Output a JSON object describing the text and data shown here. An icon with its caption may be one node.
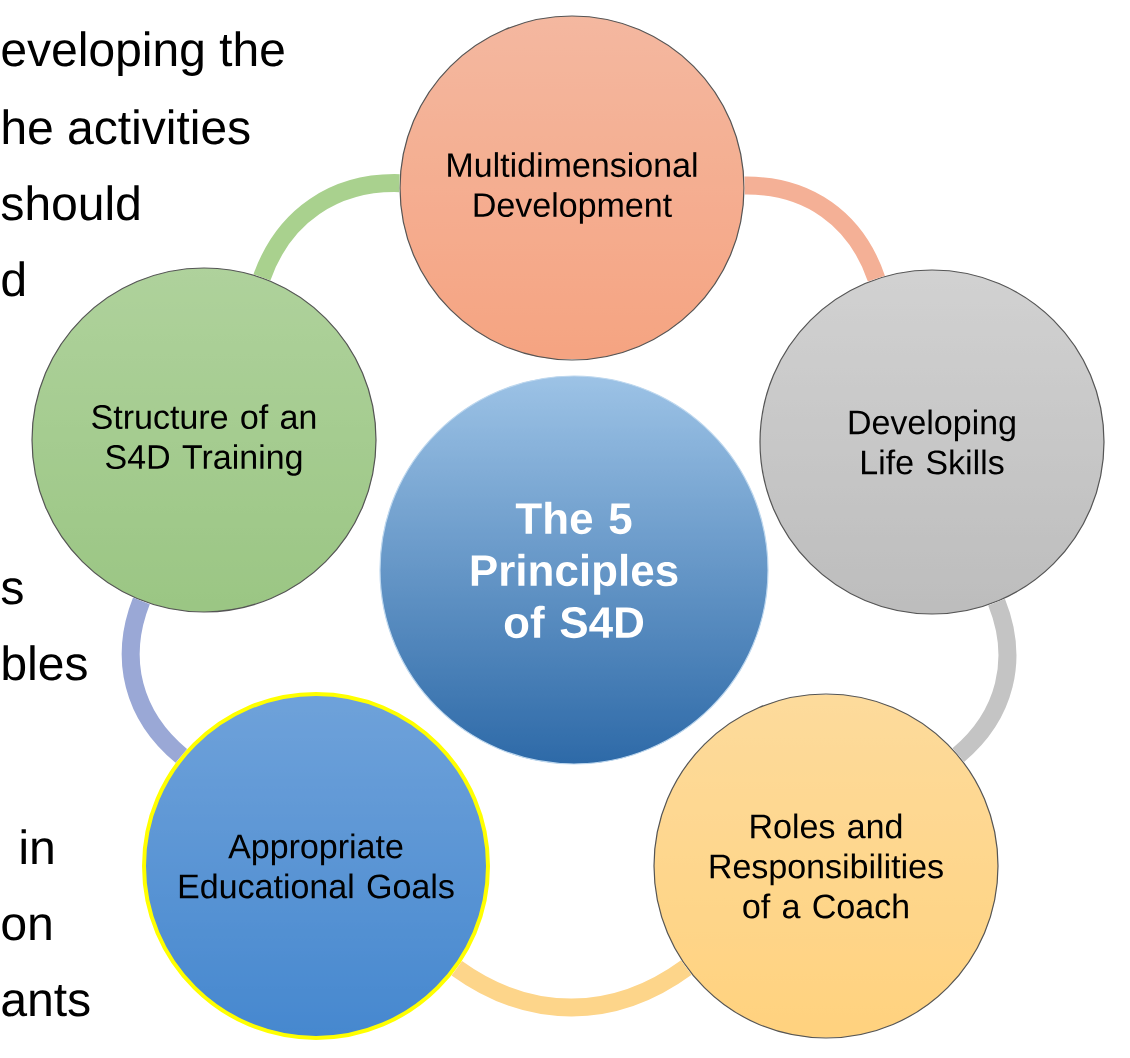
{
  "diagram": {
    "nodes": [
      {
        "text": [
          "The 5 Principles of S4D"
        ]
      },
      {
        "text": [
          "Multidimensional Development"
        ]
      },
      {
        "text": [
          "Developing Life Skills"
        ]
      },
      {
        "text": [
          "Roles and Responsibilities of a Coach"
        ]
      },
      {
        "text": [
          "Appropriate Educational Goals"
        ]
      },
      {
        "text": [
          "Structure of an S4D Training"
        ]
      }
    ],
    "edges": [
      {
        "from": 5,
        "to": 1,
        "arrow": "none",
        "color": "#a9d18e"
      },
      {
        "from": 1,
        "to": 2,
        "arrow": "none",
        "color": "#f4b096"
      },
      {
        "from": 2,
        "to": 3,
        "arrow": "none",
        "color": "#c4c4c4"
      },
      {
        "from": 3,
        "to": 4,
        "arrow": "none",
        "color": "#fdd58a"
      },
      {
        "from": 4,
        "to": 5,
        "arrow": "none",
        "color": "#9aa8d6"
      }
    ],
    "labels": [
      "eveloping  the",
      "he activities",
      "should",
      "d",
      "s",
      "bles",
      "in",
      "on",
      "ants"
    ]
  }
}
